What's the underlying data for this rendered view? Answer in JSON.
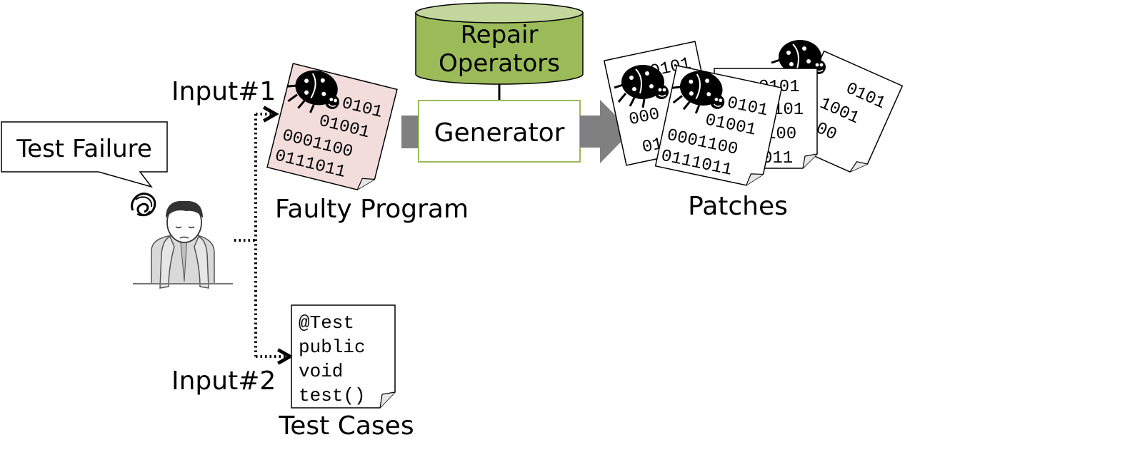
{
  "speech_bubble": {
    "text": "Test Failure"
  },
  "inputs": {
    "input1": "Input#1",
    "input2": "Input#2"
  },
  "faulty_program": {
    "label": "Faulty Program",
    "lines": [
      "0101",
      "01001",
      "0001100",
      "0111011"
    ]
  },
  "repair_operators": {
    "line1": "Repair",
    "line2": "Operators"
  },
  "generator": {
    "label": "Generator"
  },
  "patches": {
    "label": "Patches",
    "back_lines": [
      "0101",
      "101",
      "1001",
      "100",
      "011",
      "000",
      "01"
    ],
    "front_lines": [
      "0101",
      "01001",
      "0001100",
      "0111011"
    ]
  },
  "test_cases": {
    "label": "Test Cases",
    "code_lines": [
      "@Test",
      "public",
      "void",
      "test()"
    ]
  },
  "colors": {
    "faulty_doc_fill": "#f2dcdc",
    "cylinder_fill": "#9bbb59",
    "cylinder_top": "#c3d69b",
    "generator_border": "#9bbb59",
    "arrow_gray": "#808080"
  }
}
